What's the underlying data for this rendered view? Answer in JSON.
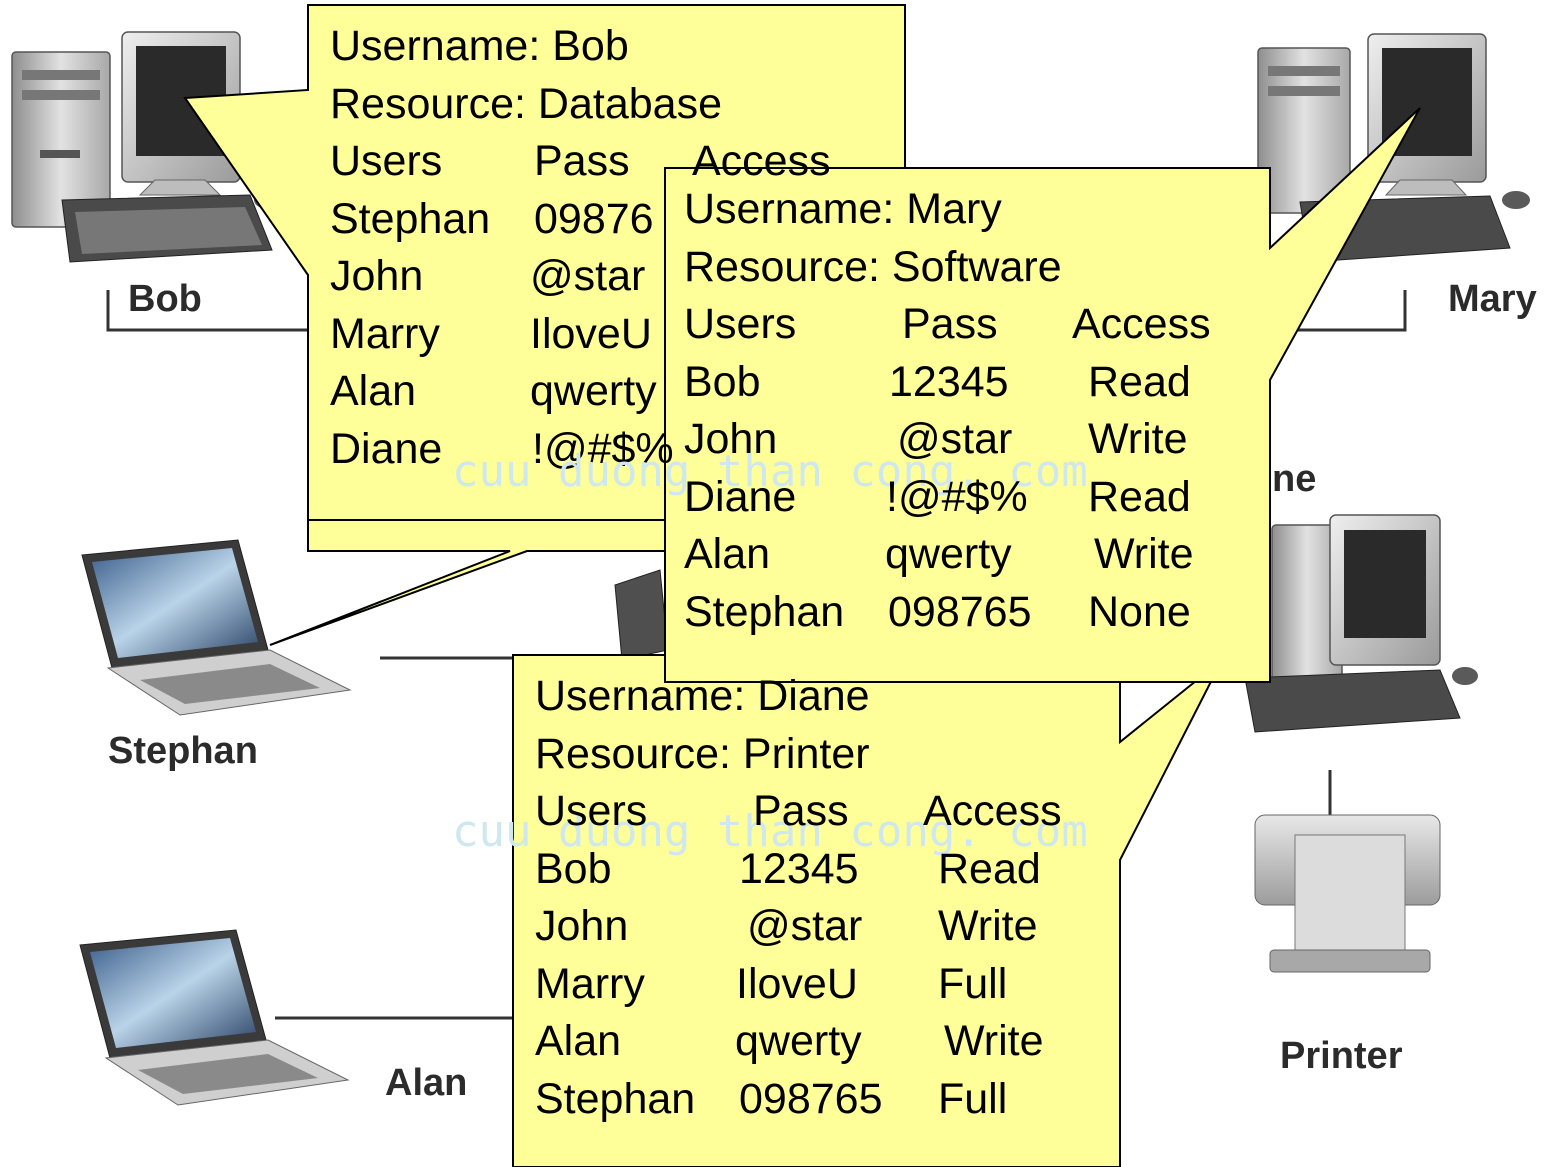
{
  "nodes": {
    "bob": "Bob",
    "mary": "Mary",
    "diane_partial": "ne",
    "stephan": "Stephan",
    "alan": "Alan",
    "printer": "Printer"
  },
  "watermark": "cuu duong than cong. com",
  "callouts": {
    "bob": {
      "username_line": "Username: Bob",
      "resource_line": "Resource: Database",
      "headers": [
        "Users",
        "Pass",
        "Access"
      ],
      "rows": [
        [
          "Stephan",
          "09876",
          ""
        ],
        [
          "John",
          "@star",
          ""
        ],
        [
          "Marry",
          "IloveU",
          ""
        ],
        [
          "Alan",
          "qwerty",
          ""
        ],
        [
          "Diane",
          "!@#$%",
          ""
        ]
      ]
    },
    "mary": {
      "username_line": "Username: Mary",
      "resource_line": "Resource: Software",
      "headers": [
        "Users",
        "Pass",
        "Access"
      ],
      "rows": [
        [
          "Bob",
          "12345",
          "Read"
        ],
        [
          "John",
          "@star",
          "Write"
        ],
        [
          "Diane",
          "!@#$%",
          "Read"
        ],
        [
          "Alan",
          "qwerty",
          "Write"
        ],
        [
          "Stephan",
          "098765",
          "None"
        ]
      ]
    },
    "diane": {
      "username_line": "Username: Diane",
      "resource_line": "Resource: Printer",
      "headers": [
        "Users",
        "Pass",
        "Access"
      ],
      "rows": [
        [
          "Bob",
          "12345",
          "Read"
        ],
        [
          "John",
          "@star",
          "Write"
        ],
        [
          "Marry",
          "IloveU",
          "Full"
        ],
        [
          "Alan",
          "qwerty",
          "Write"
        ],
        [
          "Stephan",
          "098765",
          "Full"
        ]
      ]
    }
  },
  "colors": {
    "callout_fill": "#ffff99",
    "callout_stroke": "#000000",
    "network_line": "#333333",
    "watermark": "#cfe7ee"
  }
}
